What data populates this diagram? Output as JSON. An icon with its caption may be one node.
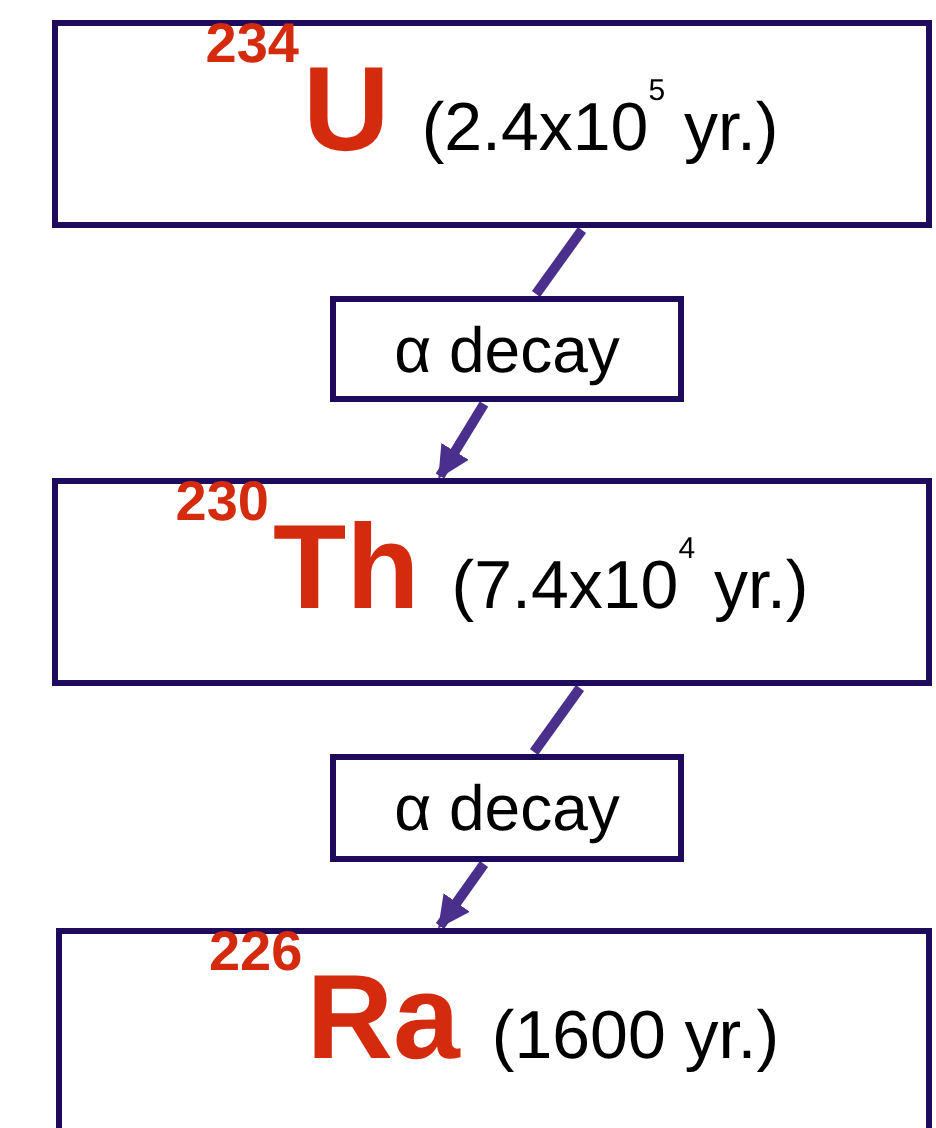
{
  "diagram": {
    "nodes": [
      {
        "text": [
          "$^{234}$U",
          "(2.4x10$^{5}$ yr.)"
        ]
      },
      {
        "text": [
          "α decay"
        ]
      },
      {
        "text": [
          "$^{230}$Th",
          "(7.4x10$^{4}$ yr.)"
        ]
      },
      {
        "text": [
          "α decay"
        ]
      },
      {
        "text": [
          "$^{226}$Ra",
          "(1600 yr.)"
        ]
      }
    ],
    "edges": [
      {
        "from": 0,
        "to": 1,
        "arrow": "none"
      },
      {
        "from": 1,
        "to": 2,
        "arrow": "to"
      },
      {
        "from": 2,
        "to": 3,
        "arrow": "none"
      },
      {
        "from": 3,
        "to": 4,
        "arrow": "to"
      }
    ]
  }
}
